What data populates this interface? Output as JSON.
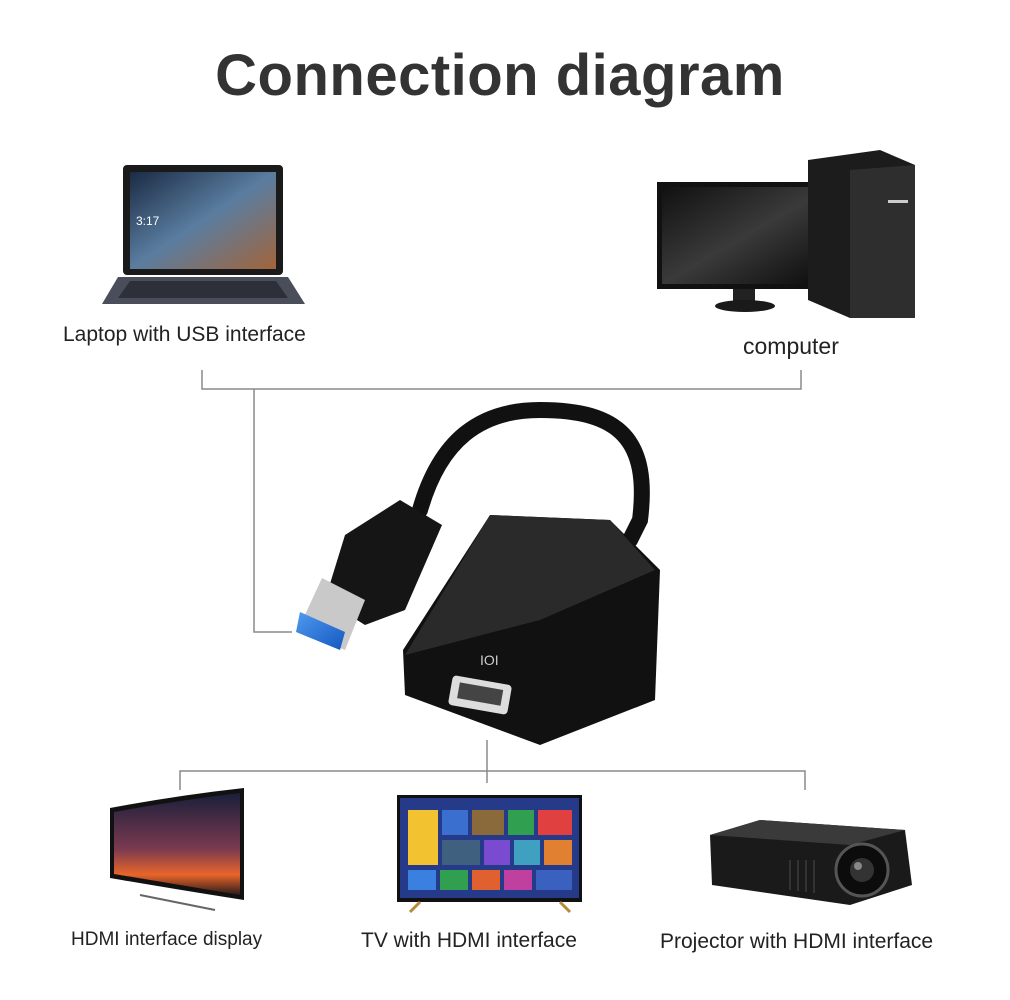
{
  "title": "Connection diagram",
  "devices": {
    "laptop": {
      "label": "Laptop with USB interface",
      "icon": "laptop"
    },
    "computer": {
      "label": "computer",
      "icon": "desktop-computer"
    },
    "adapter": {
      "icon": "usb-to-hdmi-adapter",
      "port_color": "#1f6fd6"
    },
    "display": {
      "label": "HDMI interface display",
      "icon": "curved-monitor"
    },
    "tv": {
      "label": "TV with HDMI interface",
      "icon": "smart-tv"
    },
    "projector": {
      "label": "Projector with HDMI interface",
      "icon": "projector"
    }
  },
  "colors": {
    "connector_line": "#8a8a8a",
    "title": "#333333"
  }
}
